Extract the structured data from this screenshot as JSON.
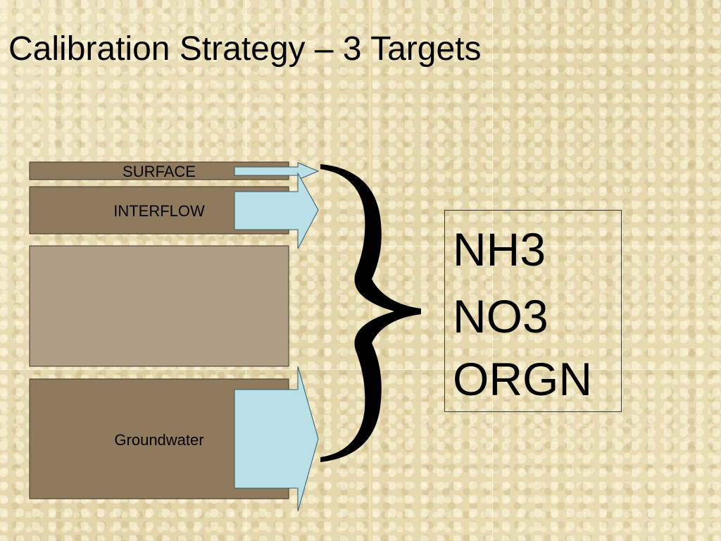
{
  "title": "Calibration Strategy – 3 Targets",
  "layers": {
    "surface": "SURFACE",
    "interflow": "INTERFLOW",
    "middle": "",
    "groundwater": "Groundwater"
  },
  "targets": [
    "NH3",
    "NO3",
    "ORGN"
  ],
  "brace_glyph": "}",
  "colors": {
    "layer_dark": "#8f7a5d",
    "layer_light": "#b09d85",
    "arrow_fill": "#b8e0e6",
    "background": "#e8dcb4"
  }
}
